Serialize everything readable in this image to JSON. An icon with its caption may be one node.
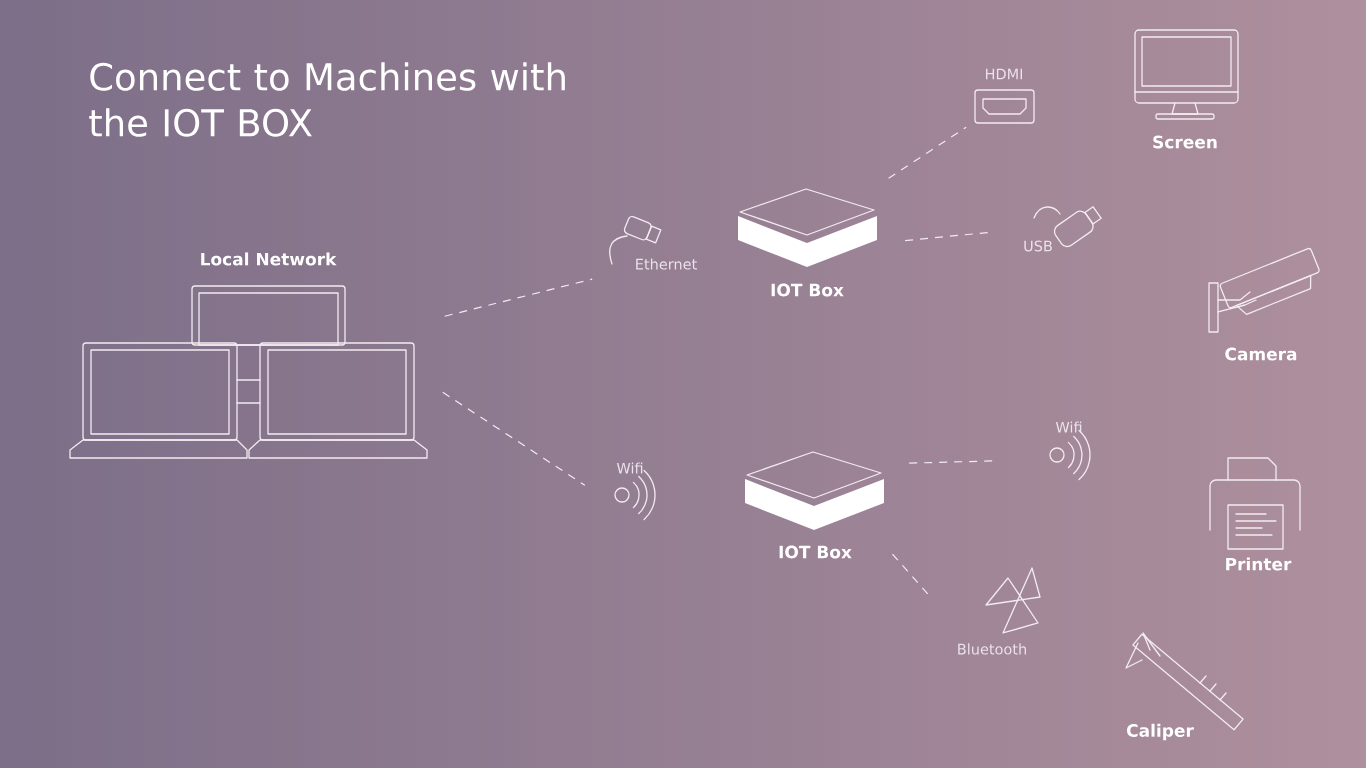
{
  "diagram": {
    "title": "Connect to Machines with the IOT BOX",
    "nodes": [
      {
        "text": [
          "Local Network"
        ]
      },
      {
        "text": [
          "Ethernet"
        ]
      },
      {
        "text": [
          "Wifi"
        ]
      },
      {
        "text": [
          "IOT Box"
        ]
      },
      {
        "text": [
          "IOT Box"
        ]
      },
      {
        "text": [
          "HDMI"
        ]
      },
      {
        "text": [
          "USB"
        ]
      },
      {
        "text": [
          "Wifi"
        ]
      },
      {
        "text": [
          "Bluetooth"
        ]
      },
      {
        "text": [
          "Screen"
        ]
      },
      {
        "text": [
          "Camera"
        ]
      },
      {
        "text": [
          "Printer"
        ]
      },
      {
        "text": [
          "Caliper"
        ]
      }
    ],
    "edges": [
      {
        "from": 0,
        "to": 1,
        "arrow": "none",
        "style": "dashed"
      },
      {
        "from": 0,
        "to": 2,
        "arrow": "none",
        "style": "dashed"
      },
      {
        "from": 3,
        "to": 5,
        "arrow": "none",
        "style": "dashed"
      },
      {
        "from": 3,
        "to": 6,
        "arrow": "none",
        "style": "dashed"
      },
      {
        "from": 4,
        "to": 7,
        "arrow": "none",
        "style": "dashed"
      },
      {
        "from": 4,
        "to": 8,
        "arrow": "none",
        "style": "dashed"
      }
    ]
  }
}
